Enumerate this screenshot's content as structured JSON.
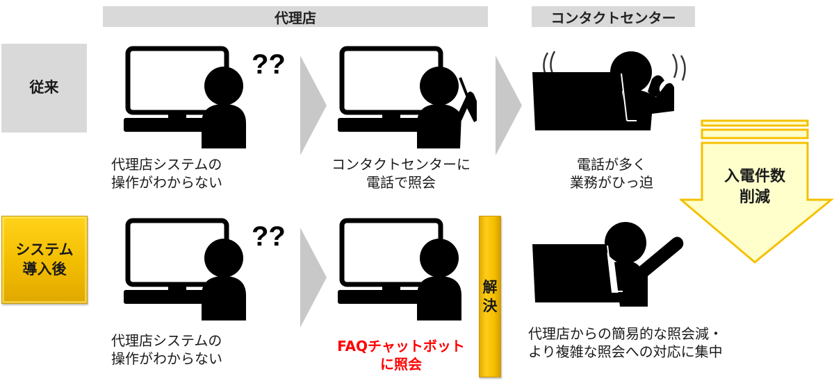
{
  "headers": {
    "agency": "代理店",
    "contact_center": "コンタクトセンター"
  },
  "rows": {
    "before": {
      "label": "従来",
      "steps": [
        {
          "line1": "代理店システムの",
          "line2": "操作がわからない",
          "icon": "confused-person-at-computer-icon",
          "mark": "??"
        },
        {
          "line1": "コンタクトセンターに",
          "line2": "電話で照会",
          "icon": "person-on-phone-at-computer-icon"
        },
        {
          "line1": "電話が多く",
          "line2": "業務がひっ迫",
          "icon": "operator-busy-on-phone-icon"
        }
      ]
    },
    "after": {
      "label_line1": "システム",
      "label_line2": "導入後",
      "steps": [
        {
          "line1": "代理店システムの",
          "line2": "操作がわからない",
          "icon": "confused-person-at-computer-icon",
          "mark": "??"
        },
        {
          "line1": "FAQチャットボット",
          "line2": "に照会",
          "icon": "person-at-computer-icon",
          "highlight_color": "#ff0000"
        },
        {
          "line1": "代理店からの簡易的な照会減・",
          "line2": "より複雑な照会への対応に集中",
          "icon": "operator-raising-hand-icon"
        }
      ],
      "resolve_label_line1": "解",
      "resolve_label_line2": "決"
    }
  },
  "reduction_arrow": {
    "line1": "入電件数",
    "line2": "削減",
    "fill": "#ffffcc",
    "stroke": "#f5c000"
  },
  "colors": {
    "header_bg": "#d9d9d9",
    "gold": "#f5c000",
    "chevron": "#c8c8c8",
    "red_text": "#ff0000"
  }
}
